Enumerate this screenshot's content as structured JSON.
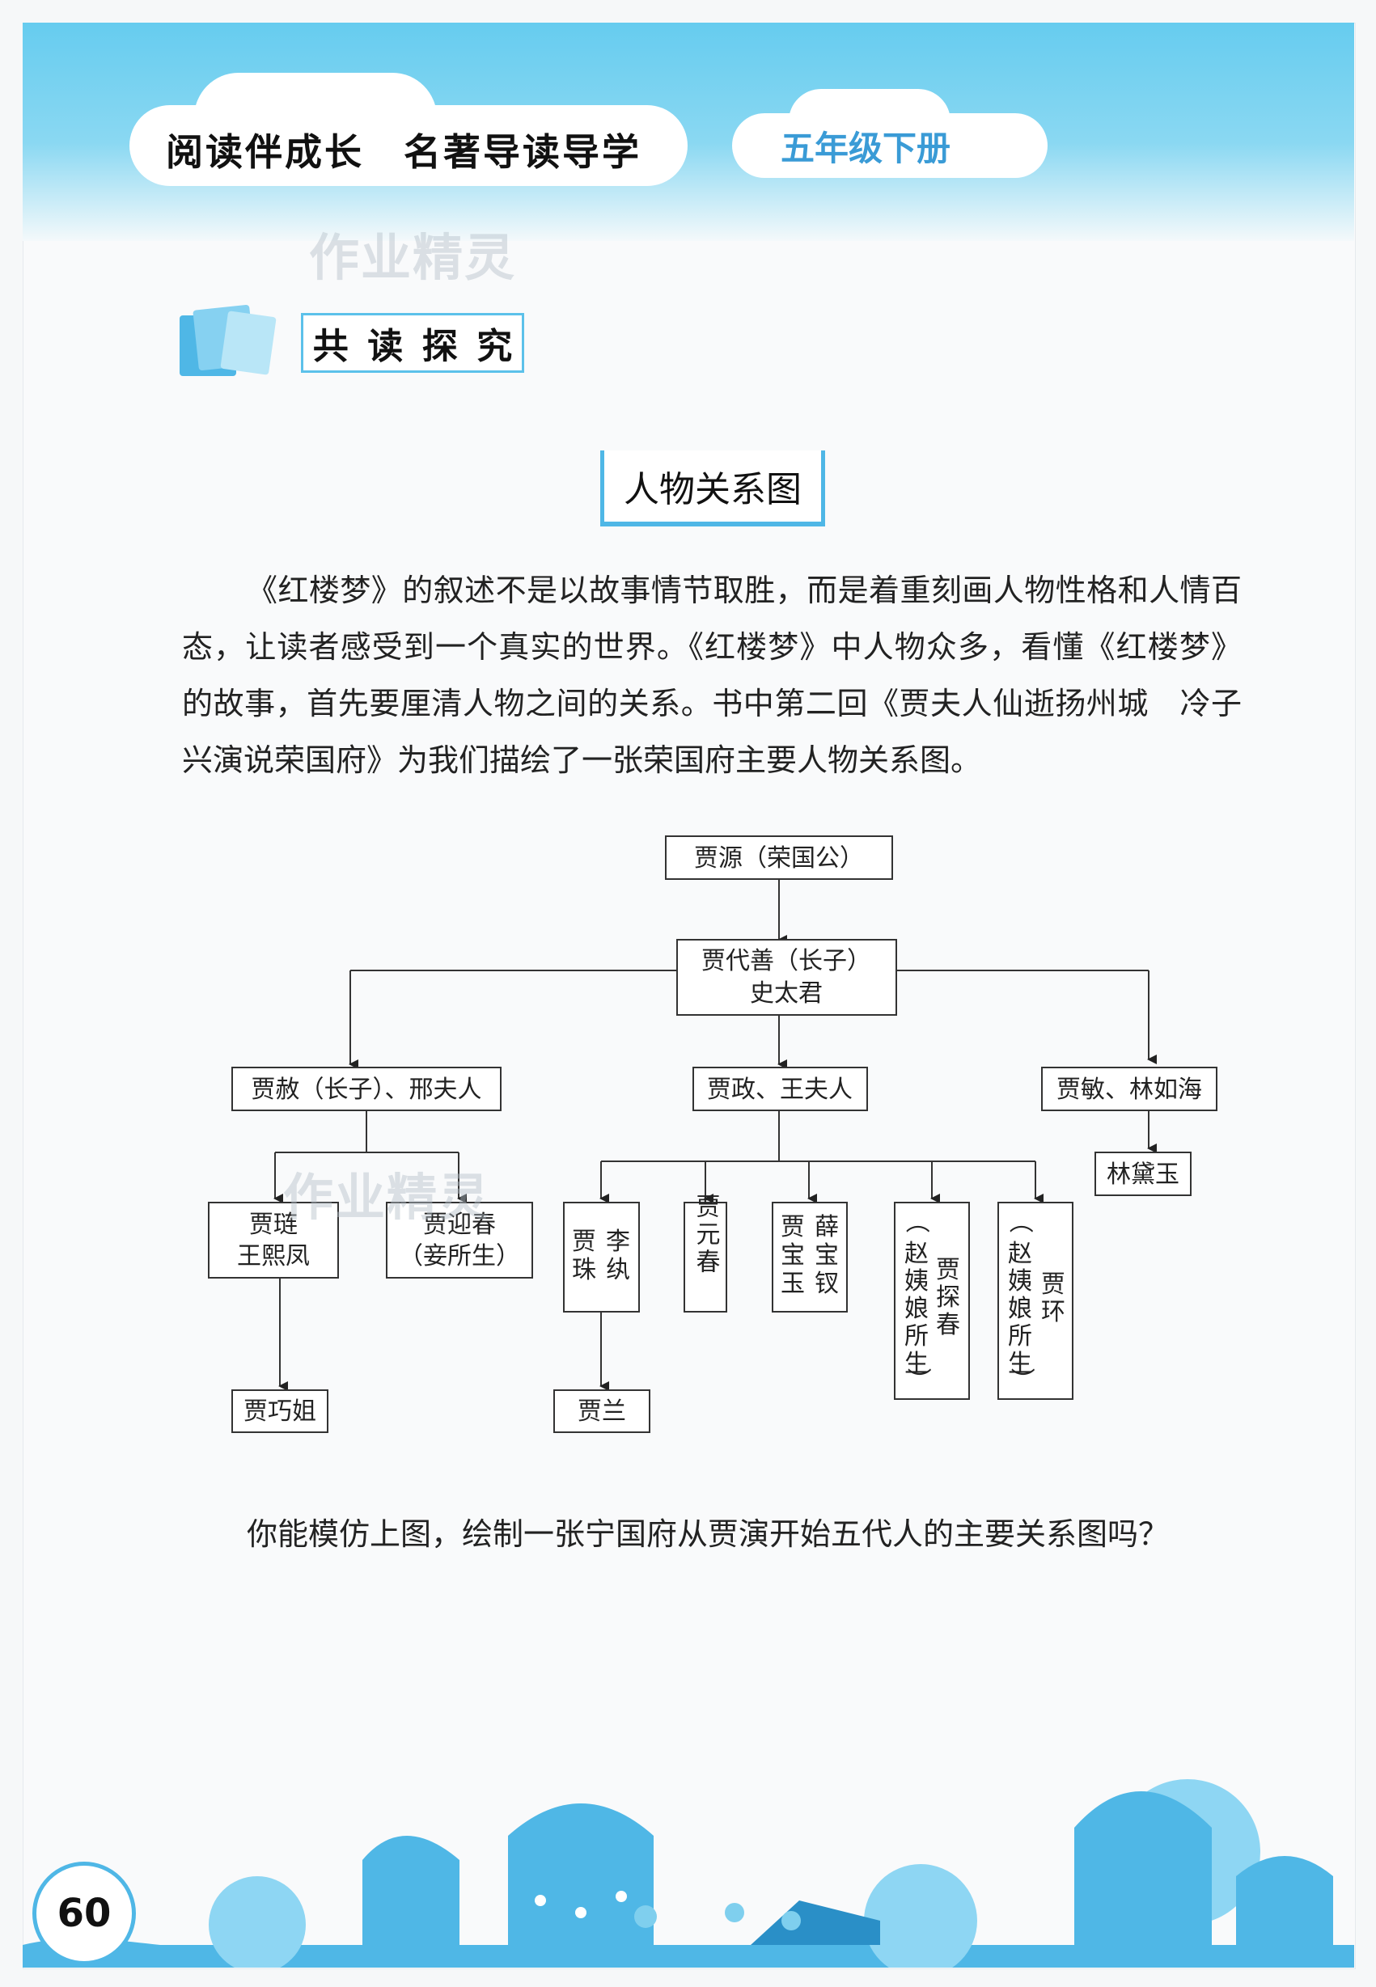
{
  "header": {
    "series_title": "阅读伴成长　名著导读导学",
    "grade": "五年级下册"
  },
  "watermark": "作业精灵",
  "section": {
    "chars": [
      "共",
      "读",
      "探",
      "究"
    ]
  },
  "diagram_title": "人物关系图",
  "intro_paragraph": "《红楼梦》的叙述不是以故事情节取胜，而是着重刻画人物性格和人情百态，让读者感受到一个真实的世界。《红楼梦》中人物众多，看懂《红楼梦》的故事，首先要厘清人物之间的关系。书中第二回《贾夫人仙逝扬州城　冷子兴演说荣国府》为我们描绘了一张荣国府主要人物关系图。",
  "family_tree": {
    "root": "贾源（荣国公）",
    "gen2": [
      "贾代善（长子）",
      "史太君"
    ],
    "gen3_left": "贾赦（长子）、邢夫人",
    "gen3_mid": "贾政、王夫人",
    "gen3_right": "贾敏、林如海",
    "daiyu": "林黛玉",
    "lian": [
      "贾琏",
      "王熙凤"
    ],
    "yingchun": [
      "贾迎春",
      "（妾所生）"
    ],
    "zhu": [
      "贾",
      "珠",
      "李",
      "纨"
    ],
    "yuanchun": "贾元春",
    "baoyu": [
      "贾",
      "宝",
      "玉",
      "薛",
      "宝",
      "钗"
    ],
    "tanchun": [
      "贾",
      "探",
      "春",
      "（",
      "赵",
      "姨",
      "娘",
      "所",
      "生",
      "）"
    ],
    "huan": [
      "贾",
      "环",
      "（",
      "赵",
      "姨",
      "娘",
      "所",
      "生",
      "）"
    ],
    "qiaojie": "贾巧姐",
    "lan": "贾兰"
  },
  "question": "你能模仿上图，绘制一张宁国府从贾演开始五代人的主要关系图吗？",
  "page_number": "60",
  "colors": {
    "accent": "#4fb7e6",
    "header_sky": "#66ccef"
  }
}
